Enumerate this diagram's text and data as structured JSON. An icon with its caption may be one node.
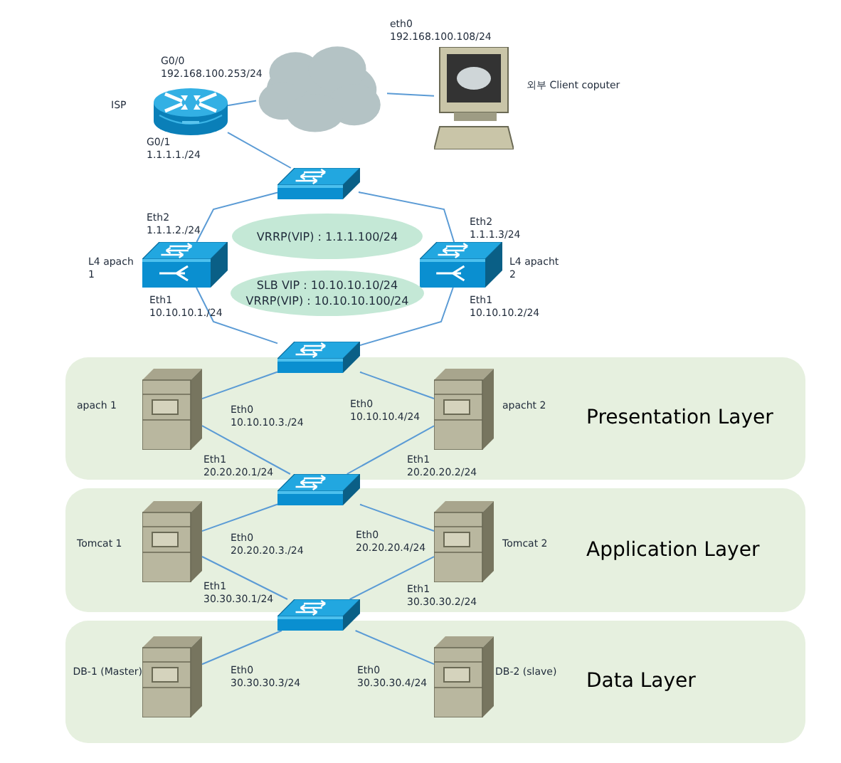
{
  "diagram": {
    "nodes": [
      {
        "text": [
          "Presentation Layer"
        ]
      },
      {
        "text": [
          "Application Layer"
        ]
      },
      {
        "text": [
          "Data Layer"
        ]
      },
      {
        "text": [],
        "shape": "picture",
        "beside": [
          "ISP"
        ]
      },
      {
        "text": [],
        "shape": "cloud"
      },
      {
        "text": [],
        "shape": "picture",
        "beside": [
          "외부 Client coputer"
        ]
      },
      {
        "text": [],
        "shape": "picture"
      },
      {
        "text": [],
        "shape": "picture",
        "beside": [
          "L4 apach 1"
        ]
      },
      {
        "text": [],
        "shape": "picture",
        "beside": [
          "L4 apacht 2"
        ]
      },
      {
        "text": [
          "VRRP(VIP) : 1.1.1.100/24"
        ]
      },
      {
        "text": [
          "SLB VIP : 10.10.10.10/24",
          "VRRP(VIP) : 10.10.10.100/24"
        ]
      },
      {
        "text": [],
        "shape": "picture"
      },
      {
        "text": [],
        "shape": "picture",
        "beside": [
          "apach 1"
        ],
        "in": 0
      },
      {
        "text": [],
        "shape": "picture",
        "beside": [
          "apacht 2"
        ],
        "in": 0
      },
      {
        "text": [],
        "shape": "picture"
      },
      {
        "text": [],
        "shape": "picture",
        "beside": [
          "Tomcat 1"
        ],
        "in": 1
      },
      {
        "text": [],
        "shape": "picture",
        "beside": [
          "Tomcat 2"
        ],
        "in": 1
      },
      {
        "text": [],
        "shape": "picture"
      },
      {
        "text": [],
        "shape": "picture",
        "beside": [
          "DB-1 (Master)"
        ],
        "in": 2
      },
      {
        "text": [],
        "shape": "picture",
        "beside": [
          "DB-2 (slave)"
        ],
        "in": 2
      }
    ],
    "edges": [
      {
        "from": 3,
        "to": 4,
        "arrow": "none"
      },
      {
        "from": 4,
        "to": 5,
        "arrow": "none"
      },
      {
        "from": 3,
        "to": 6,
        "arrow": "none"
      },
      {
        "from": 6,
        "to": 7,
        "arrow": "none"
      },
      {
        "from": 6,
        "to": 8,
        "arrow": "none"
      },
      {
        "from": 7,
        "to": 11,
        "arrow": "none"
      },
      {
        "from": 8,
        "to": 11,
        "arrow": "none"
      },
      {
        "from": 11,
        "to": 12,
        "arrow": "none"
      },
      {
        "from": 11,
        "to": 13,
        "arrow": "none"
      },
      {
        "from": 12,
        "to": 14,
        "arrow": "none"
      },
      {
        "from": 13,
        "to": 14,
        "arrow": "none"
      },
      {
        "from": 14,
        "to": 15,
        "arrow": "none"
      },
      {
        "from": 14,
        "to": 16,
        "arrow": "none"
      },
      {
        "from": 15,
        "to": 17,
        "arrow": "none"
      },
      {
        "from": 16,
        "to": 17,
        "arrow": "none"
      },
      {
        "from": 17,
        "to": 18,
        "arrow": "none"
      },
      {
        "from": 17,
        "to": 19,
        "arrow": "none"
      }
    ],
    "labels": [
      "eth0 192.168.100.108/24",
      "G0/0 192.168.100.253/24",
      "G0/1 1.1.1.1./24",
      "Eth2 1.1.1.2./24",
      "Eth2 1.1.1.3/24",
      "Eth1 10.10.10.1./24",
      "Eth1 10.10.10.2/24",
      "Eth0 10.10.10.3./24",
      "Eth0 10.10.10.4/24",
      "Eth1 20.20.20.1/24",
      "Eth1 20.20.20.2/24",
      "Eth0 20.20.20.3./24",
      "Eth0 20.20.20.4/24",
      "Eth1 30.30.30.1/24",
      "Eth1 30.30.30.2/24",
      "Eth0 30.30.30.3/24",
      "Eth0 30.30.30.4/24"
    ]
  }
}
